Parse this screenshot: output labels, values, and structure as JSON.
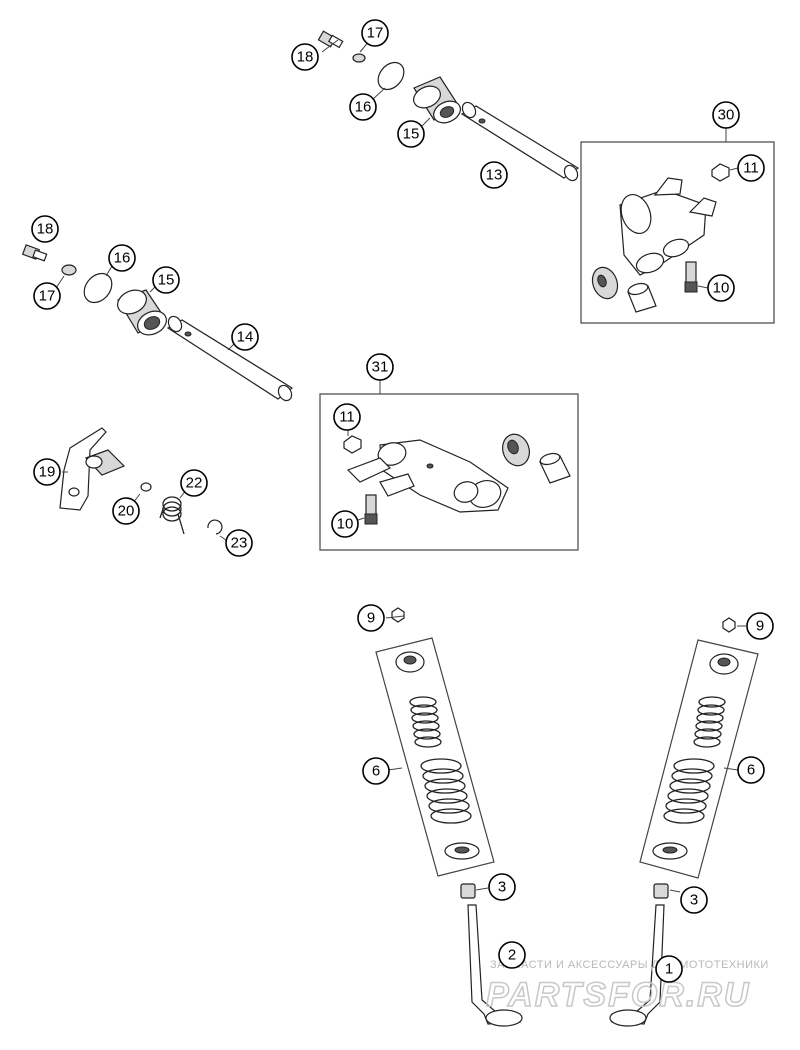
{
  "diagram": {
    "callouts": {
      "c1": "1",
      "c2": "2",
      "c3a": "3",
      "c3b": "3",
      "c6a": "6",
      "c6b": "6",
      "c9a": "9",
      "c9b": "9",
      "c10a": "10",
      "c10b": "10",
      "c11a": "11",
      "c11b": "11",
      "c13": "13",
      "c14": "14",
      "c15a": "15",
      "c15b": "15",
      "c16a": "16",
      "c16b": "16",
      "c17a": "17",
      "c17b": "17",
      "c18a": "18",
      "c18b": "18",
      "c19": "19",
      "c20": "20",
      "c22": "22",
      "c23": "23",
      "c30": "30",
      "c31": "31"
    }
  },
  "watermark": {
    "line": "ЗАПЧАСТИ И АКСЕССУАРЫ ДЛЯ МОТОТЕХНИКИ",
    "logo": "PARTSFOR.RU"
  }
}
